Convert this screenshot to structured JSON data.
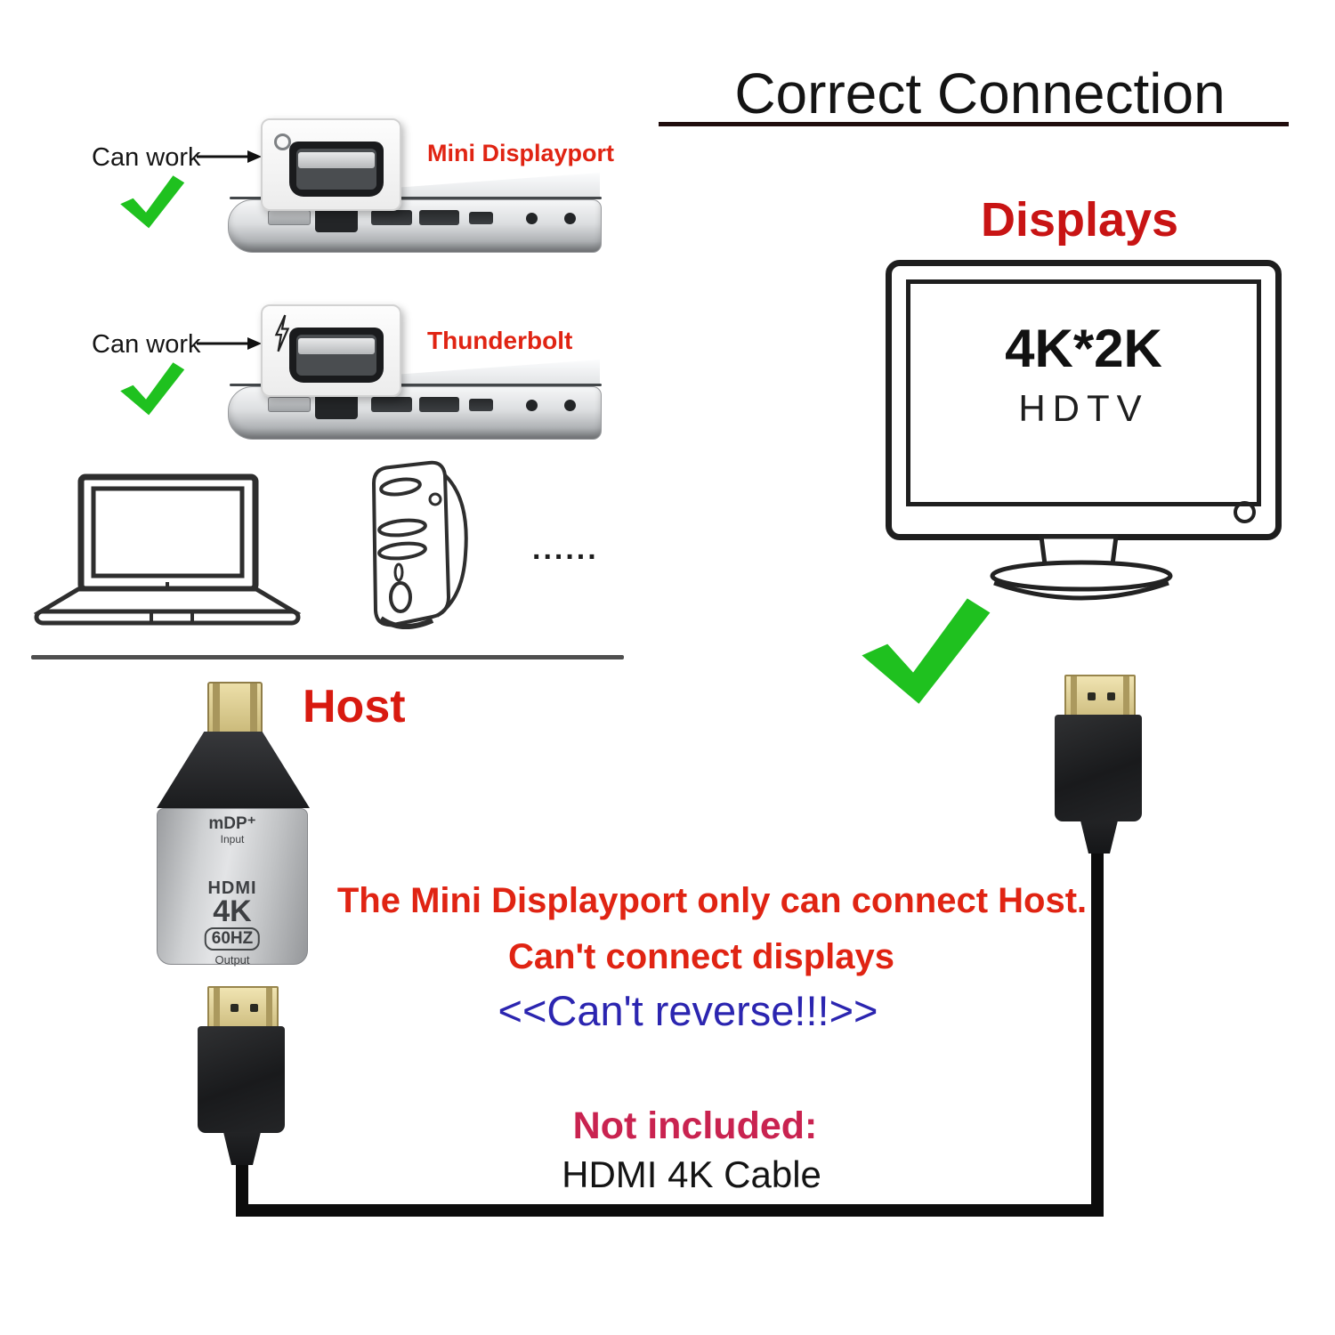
{
  "port_sections": [
    {
      "can_work": "Can work",
      "port_label": "Mini Displayport"
    },
    {
      "can_work": "Can work",
      "port_label": "Thunderbolt"
    }
  ],
  "hosts_area": {
    "ellipsis": "......",
    "host_heading": "Host"
  },
  "right": {
    "title": "Correct Connection",
    "displays_heading": "Displays",
    "monitor_res": "4K*2K",
    "monitor_type": "HDTV"
  },
  "adapter": {
    "mdp": "mDP⁺",
    "input": "Input",
    "hdmi": "HDMI",
    "res": "4K",
    "hz": "60HZ",
    "output": "Output"
  },
  "notes": {
    "red1": "The Mini Displayport only can connect Host.",
    "red2": "Can't connect displays",
    "blue": "<<Can't reverse!!!>>",
    "not_included": "Not included:",
    "cable": "HDMI 4K Cable"
  },
  "colors": {
    "red_label": "#e02413",
    "displays_red": "#c81414",
    "host_red": "#d81a10",
    "blue_note": "#2b25b0",
    "not_included_crimson": "#c92350",
    "check_green": "#1fc11f",
    "cable_black": "#0c0c0c",
    "gold": "#cdbc7e"
  }
}
